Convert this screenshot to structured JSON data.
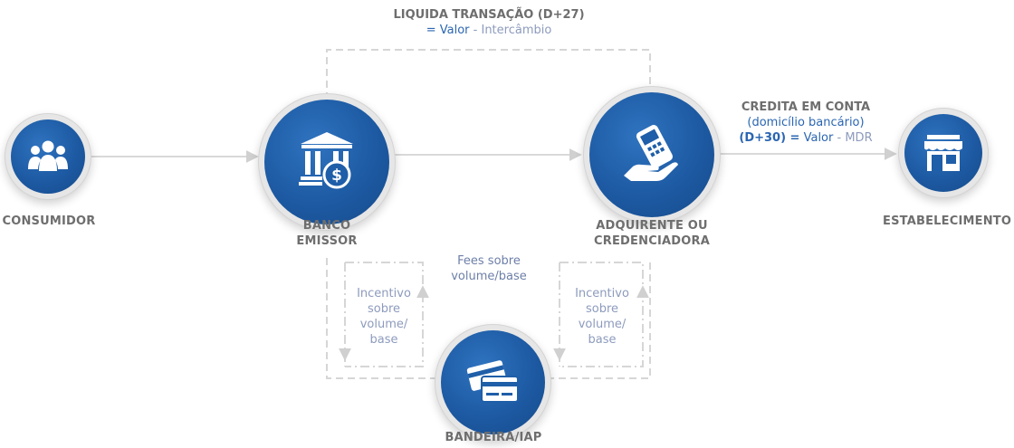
{
  "nodes": {
    "consumidor": {
      "label": "CONSUMIDOR",
      "icon": "users-icon"
    },
    "banco": {
      "label_line1": "BANCO",
      "label_line2": "EMISSOR",
      "icon": "bank-dollar-icon"
    },
    "adquirente": {
      "label_line1": "ADQUIRENTE OU",
      "label_line2": "CREDENCIADORA",
      "icon": "card-terminal-hand-icon"
    },
    "estabelecimento": {
      "label": "ESTABELECIMENTO",
      "icon": "storefront-icon"
    },
    "bandeira": {
      "label": "BANDEIRA/IAP",
      "icon": "credit-cards-icon"
    }
  },
  "top_note": {
    "title": "LIQUIDA TRANSAÇÃO (D+27)",
    "eq": "=",
    "valor": "Valor",
    "minus": "-",
    "intercambio": "Intercâmbio"
  },
  "credit_note": {
    "line1": "CREDITA EM CONTA",
    "line2": "(domicílio bancário)",
    "d30": "(D+30) =",
    "valor": "Valor",
    "minus": "-",
    "mdr": "MDR"
  },
  "fees_note": {
    "line1": "Fees sobre",
    "line2": "volume/base"
  },
  "incentive_left": {
    "l1": "Incentivo",
    "l2": "sobre",
    "l3": "volume/",
    "l4": "base"
  },
  "incentive_right": {
    "l1": "Incentivo",
    "l2": "sobre",
    "l3": "volume/",
    "l4": "base"
  },
  "colors": {
    "node_blue": "#1d5aa3",
    "accent_blue": "#2b66b1",
    "label_gray": "#6e6e6e",
    "line_gray": "#d9d9d9"
  }
}
